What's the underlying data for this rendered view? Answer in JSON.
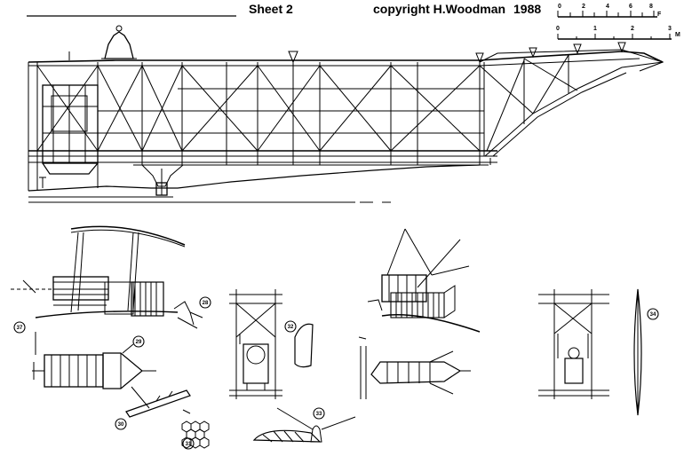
{
  "header": {
    "sheet": "Sheet 2",
    "copyright": "copyright H.Woodman",
    "year": "1988"
  },
  "scale_feet": {
    "ticks": [
      "0",
      "2",
      "4",
      "6",
      "8"
    ],
    "unit": "F"
  },
  "scale_metres": {
    "ticks": [
      "0",
      "1",
      "2",
      "3"
    ],
    "unit": "M"
  },
  "callouts": [
    "28",
    "29",
    "30",
    "31",
    "32",
    "33",
    "34",
    "37"
  ]
}
